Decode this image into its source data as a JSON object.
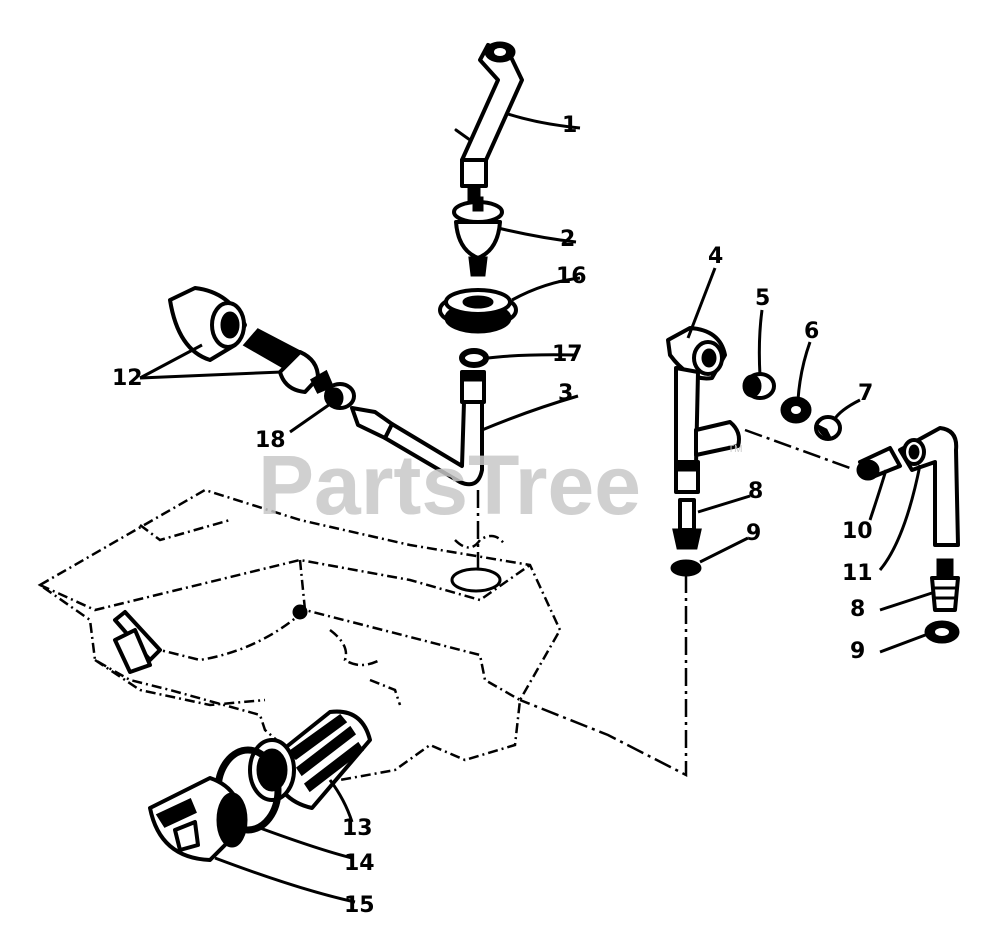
{
  "watermark": {
    "text": "PartsTree",
    "trademark": "TM"
  },
  "callouts": [
    "1",
    "2",
    "16",
    "17",
    "3",
    "12",
    "18",
    "4",
    "5",
    "6",
    "7",
    "8",
    "9",
    "10",
    "11",
    "8",
    "9",
    "13",
    "14",
    "15"
  ]
}
